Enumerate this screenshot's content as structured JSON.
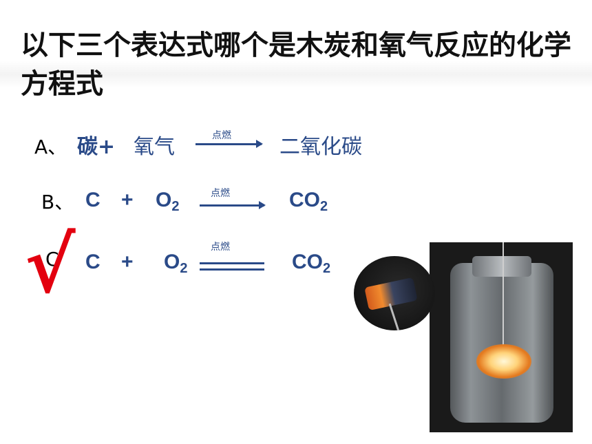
{
  "title": "以下三个表达式哪个是木炭和氧气反应的化学方程式",
  "options": [
    {
      "label": "A、",
      "reactant1": "碳+",
      "reactant2": "氧气",
      "condition": "点燃",
      "product": "二氧化碳"
    },
    {
      "label": "B、",
      "reactant1": "C",
      "plus": "+",
      "reactant2": "O",
      "reactant2_sub": "2",
      "condition": "点燃",
      "product": "CO",
      "product_sub": "2"
    },
    {
      "label": "C",
      "reactant1": "C",
      "plus": "+",
      "reactant2": "O",
      "reactant2_sub": "2",
      "condition": "点燃",
      "product": "CO",
      "product_sub": "2"
    }
  ],
  "correct_mark": "√",
  "colors": {
    "formula": "#2a4a88",
    "check": "#e3000f",
    "text": "#111111"
  }
}
